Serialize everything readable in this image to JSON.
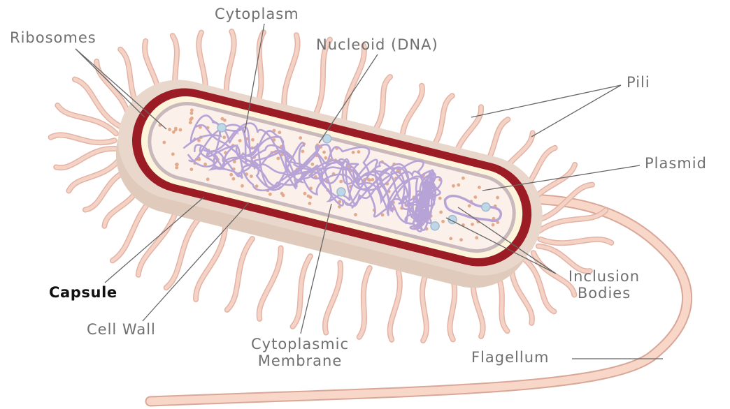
{
  "labels": {
    "cytoplasm": "Cytoplasm",
    "ribosomes": "Ribosomes",
    "nucleoid": "Nucleoid (DNA)",
    "pili": "Pili",
    "plasmid": "Plasmid",
    "inclusion_bodies_line1": "Inclusion",
    "inclusion_bodies_line2": "Bodies",
    "capsule": "Capsule",
    "cell_wall": "Cell Wall",
    "cytoplasmic_membrane_line1": "Cytoplasmic",
    "cytoplasmic_membrane_line2": "Membrane",
    "flagellum": "Flagellum"
  },
  "colors": {
    "capsule": "#e5d3c4",
    "cell_wall": "#9b1c24",
    "periplasm": "#fdf4dc",
    "membrane": "#c9b9bd",
    "cytoplasm": "#fbf0ea",
    "pili": "#f2c9bb",
    "flagellum": "#f8d6c8",
    "dna": "#b7a3d6",
    "ribosome": "#e3a98a",
    "inclusion_body": "#bfd6e6",
    "leader_line": "#666666"
  }
}
